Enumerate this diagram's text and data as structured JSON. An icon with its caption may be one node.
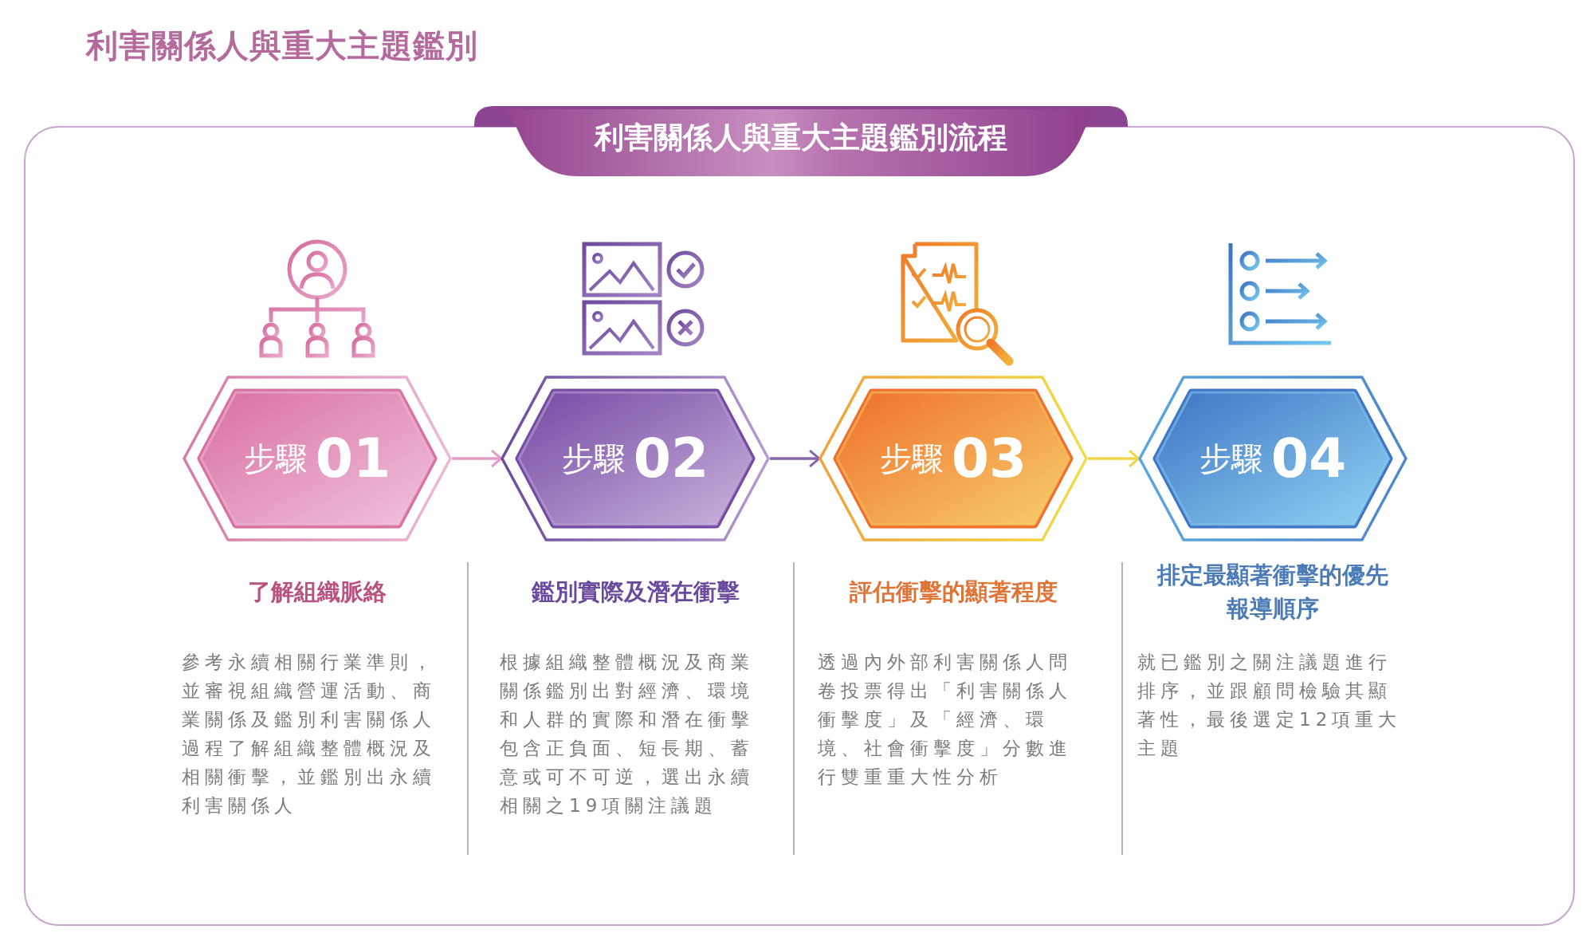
{
  "diagram": {
    "title": "利害關係人與重大主題鑑別",
    "nodes": [
      {
        "text": [
          "利害關係人與重大主題鑑別流程"
        ]
      },
      {
        "text": [
          "步驟",
          "01"
        ],
        "beside": [
          "了解組織脈絡",
          "參考永續相關行業準則，並審視組織營運活動、商業關係及鑑別利害關係人過程了解組織整體概況及相關衝擊，並鑑別出永續利害關係人"
        ]
      },
      {
        "text": [
          "步驟",
          "02"
        ],
        "beside": [
          "鑑別實際及潛在衝擊",
          "根據組織整體概況及商業關係鑑別出對經濟、環境和人群的實際和潛在衝擊包含正負面、短長期、蓄意或可不可逆，選出永續相關之19項關注議題"
        ]
      },
      {
        "text": [
          "步驟",
          "03"
        ],
        "beside": [
          "評估衝擊的顯著程度",
          "透過內外部利害關係人問卷投票得出「利害關係人衝擊度」及「經濟、環境、社會衝擊度」分數進行雙重重大性分析"
        ]
      },
      {
        "text": [
          "步驟",
          "04"
        ],
        "beside": [
          "排定最顯著衝擊的優先報導順序",
          "就已鑑別之關注議題進行排序，並跟顧問檢驗其顯著性，最後選定12項重大主題"
        ]
      }
    ],
    "edges": [
      {
        "from": 1,
        "to": 2,
        "arrow": "to",
        "color": "#e59cc8"
      },
      {
        "from": 2,
        "to": 3,
        "arrow": "to",
        "color": "#8866ad"
      },
      {
        "from": 3,
        "to": 4,
        "arrow": "to",
        "color": "#f0d648"
      }
    ]
  }
}
